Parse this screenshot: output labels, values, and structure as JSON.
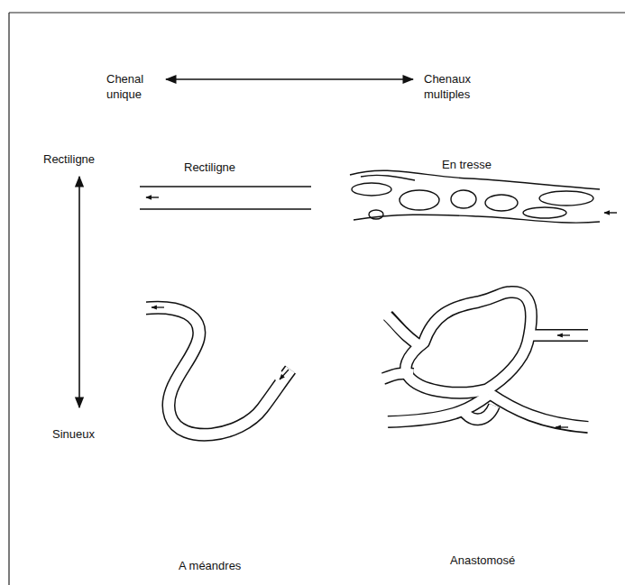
{
  "diagram": {
    "labels": [
      "Chenal unique",
      "Chenaux multiples",
      "Rectiligne",
      "Sinueux",
      "Rectiligne",
      "En tresse",
      "A méandres",
      "Anastomosé"
    ]
  }
}
